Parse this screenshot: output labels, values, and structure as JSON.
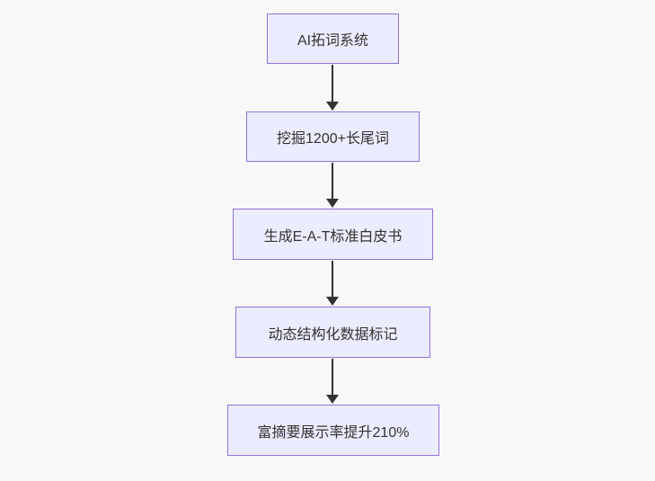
{
  "diagram": {
    "type": "flowchart",
    "direction": "top-down",
    "nodes": [
      {
        "id": "A",
        "label": "AI拓词系统"
      },
      {
        "id": "B",
        "label": "挖掘1200+长尾词"
      },
      {
        "id": "C",
        "label": "生成E-A-T标准白皮书"
      },
      {
        "id": "D",
        "label": "动态结构化数据标记"
      },
      {
        "id": "E",
        "label": "富摘要展示率提升210%"
      }
    ],
    "edges": [
      {
        "from": "A",
        "to": "B"
      },
      {
        "from": "B",
        "to": "C"
      },
      {
        "from": "C",
        "to": "D"
      },
      {
        "from": "D",
        "to": "E"
      }
    ]
  },
  "colors": {
    "background": "#f8f8f8",
    "node_fill": "#ECECFF",
    "node_border": "#9370DB",
    "arrow": "#333333",
    "text": "#333333"
  }
}
